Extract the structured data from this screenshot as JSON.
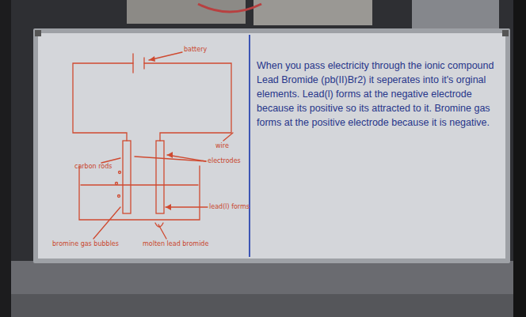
{
  "diagram": {
    "labels": [
      "battery",
      "wire",
      "electrodes",
      "carbon rods",
      "lead(l) forms",
      "bromine gas bubbles",
      "molten lead bromide",
      "When you pass electricity through the ionic compound Lead Bromide (pb(II)Br2) it seperates into it's orginal elements. Lead(l) forms at the negative electrode because its positive so its attracted to it. Bromine gas forms at the positive electrode because it is negative."
    ]
  }
}
